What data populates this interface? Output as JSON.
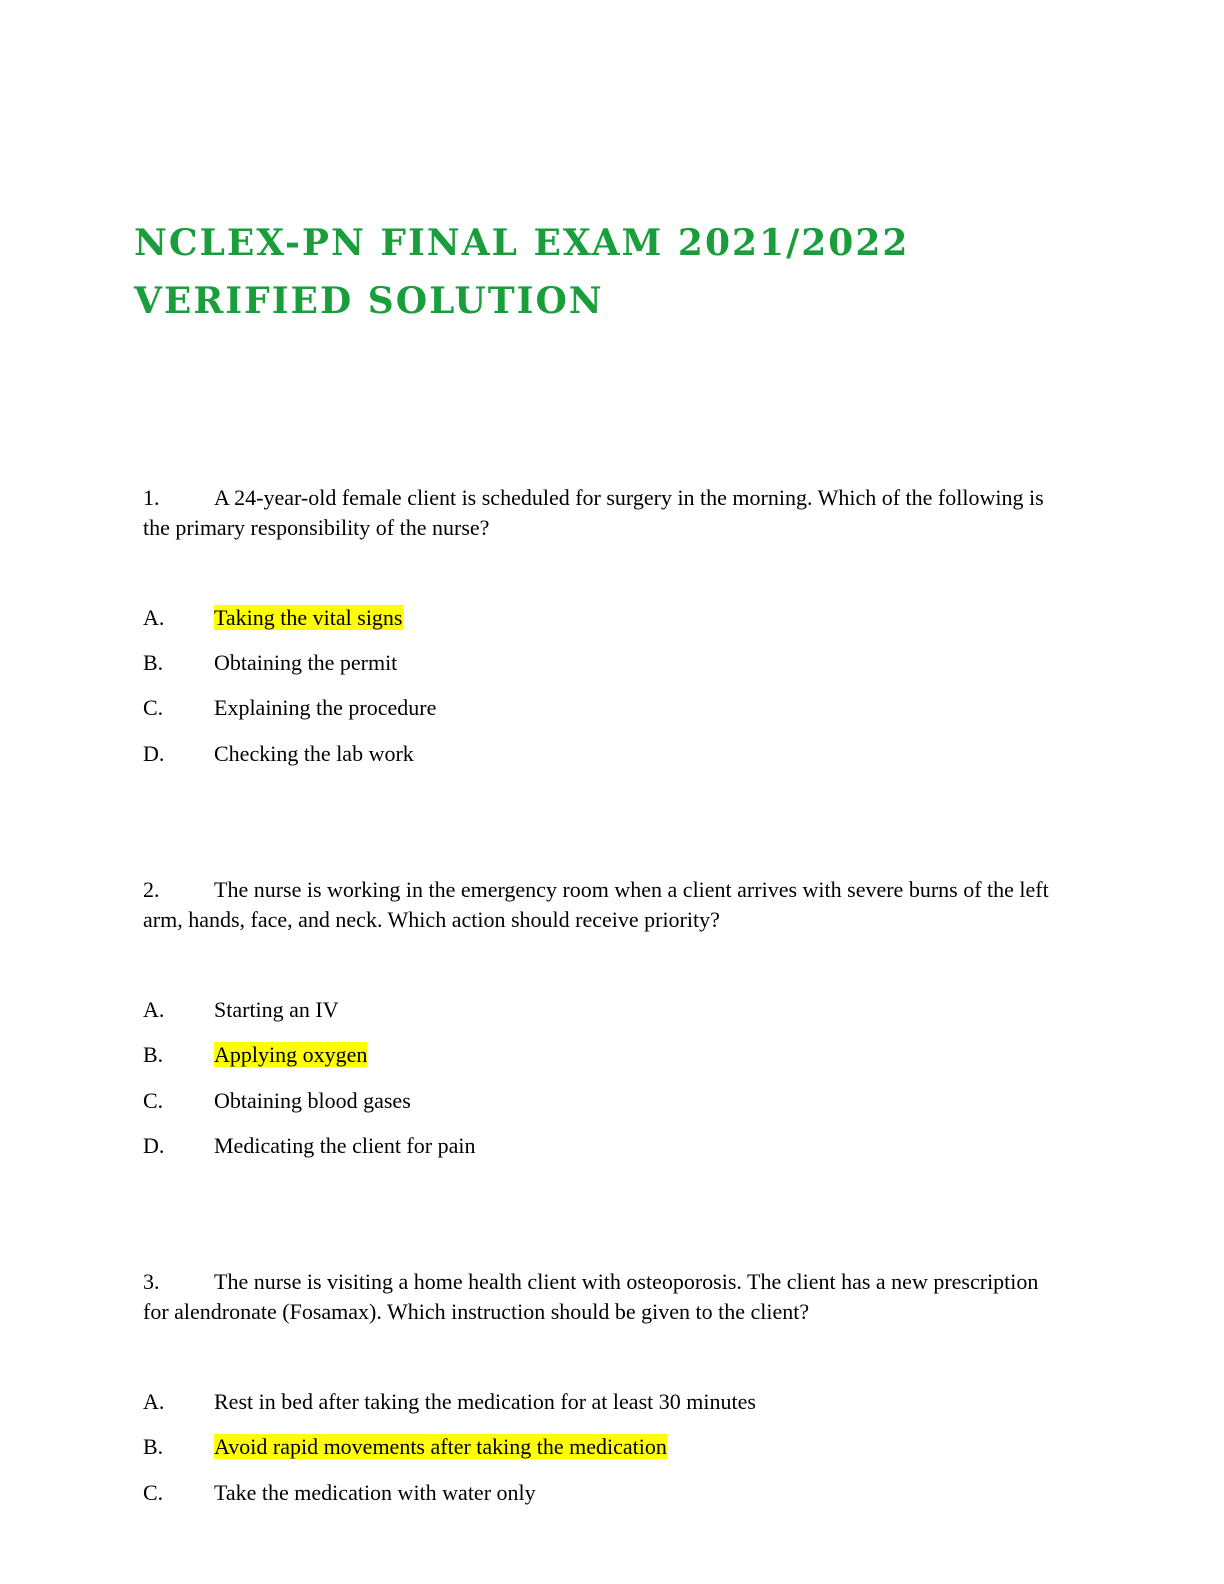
{
  "title": {
    "line1": "NCLEX-PN FINAL EXAM 2021/2022",
    "line2": "VERIFIED SOLUTION"
  },
  "colors": {
    "title": "#1a9e3c",
    "highlight": "#ffff00"
  },
  "questions": [
    {
      "number": "1.",
      "text": "A 24-year-old female client is scheduled for surgery in the morning. Which of the following is the primary responsibility of the nurse?",
      "options": [
        {
          "letter": "A.",
          "text": "Taking the vital signs",
          "highlighted": true
        },
        {
          "letter": "B.",
          "text": "Obtaining the permit",
          "highlighted": false
        },
        {
          "letter": "C.",
          "text": "Explaining the procedure",
          "highlighted": false
        },
        {
          "letter": "D.",
          "text": "Checking the lab work",
          "highlighted": false
        }
      ]
    },
    {
      "number": "2.",
      "text": "The nurse is working in the emergency room when a client arrives with severe burns of the left arm, hands, face, and neck. Which action should receive priority?",
      "options": [
        {
          "letter": "A.",
          "text": "Starting an IV",
          "highlighted": false
        },
        {
          "letter": "B.",
          "text": "Applying oxygen",
          "highlighted": true
        },
        {
          "letter": "C.",
          "text": "Obtaining blood gases",
          "highlighted": false
        },
        {
          "letter": "D.",
          "text": "Medicating the client for pain",
          "highlighted": false
        }
      ]
    },
    {
      "number": "3.",
      "text": "The nurse is visiting a home health client with osteoporosis. The client has a new prescription for alendronate (Fosamax). Which instruction should be given to the client?",
      "options": [
        {
          "letter": "A.",
          "text": "Rest in bed after taking the medication for at least 30 minutes",
          "highlighted": false
        },
        {
          "letter": "B.",
          "text": "Avoid rapid movements after taking the medication",
          "highlighted": true
        },
        {
          "letter": "C.",
          "text": "Take the medication with water only",
          "highlighted": false
        }
      ]
    }
  ]
}
